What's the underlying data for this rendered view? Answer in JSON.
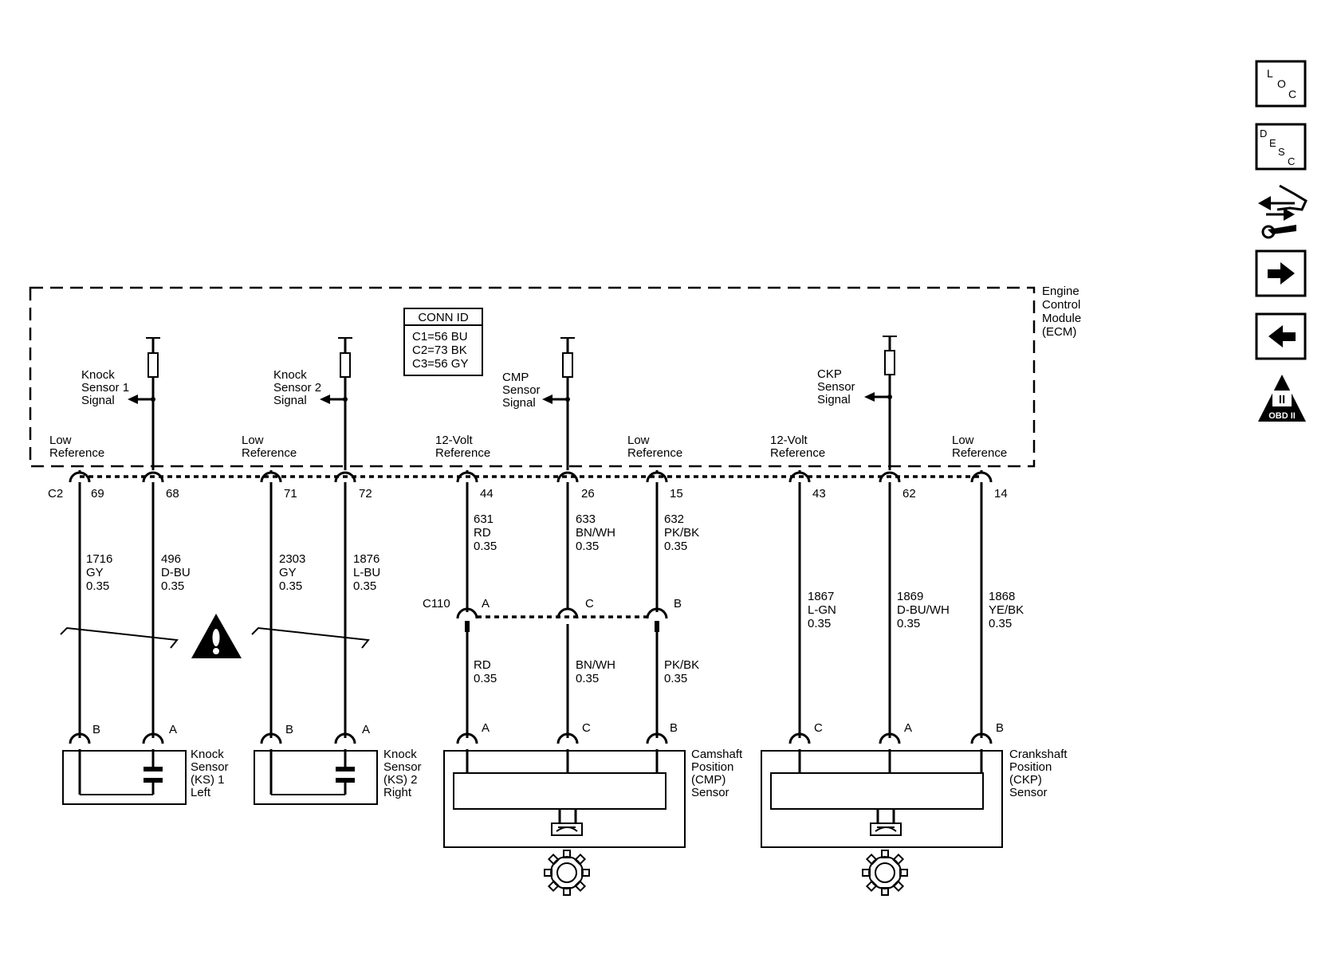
{
  "module": {
    "label_lines": [
      "Engine",
      "Control",
      "Module",
      "(ECM)"
    ]
  },
  "conn_id": {
    "title": "CONN ID",
    "rows": [
      "C1=56 BU",
      "C2=73 BK",
      "C3=56 GY"
    ]
  },
  "ecm_signals": {
    "ks1": [
      "Knock",
      "Sensor 1",
      "Signal"
    ],
    "ks2": [
      "Knock",
      "Sensor 2",
      "Signal"
    ],
    "cmp": [
      "CMP",
      "Sensor",
      "Signal"
    ],
    "ckp": [
      "CKP",
      "Sensor",
      "Signal"
    ]
  },
  "ecm_refs": {
    "ks1_low": [
      "Low",
      "Reference"
    ],
    "ks2_low": [
      "Low",
      "Reference"
    ],
    "cmp_12v": [
      "12-Volt",
      "Reference"
    ],
    "cmp_low": [
      "Low",
      "Reference"
    ],
    "ckp_12v": [
      "12-Volt",
      "Reference"
    ],
    "ckp_low": [
      "Low",
      "Reference"
    ]
  },
  "ecm_connector": "C2",
  "ecm_pins": [
    "69",
    "68",
    "71",
    "72",
    "44",
    "26",
    "15",
    "43",
    "62",
    "14"
  ],
  "wires": {
    "w69": [
      "1716",
      "GY",
      "0.35"
    ],
    "w68": [
      "496",
      "D-BU",
      "0.35"
    ],
    "w71": [
      "2303",
      "GY",
      "0.35"
    ],
    "w72": [
      "1876",
      "L-BU",
      "0.35"
    ],
    "w44": [
      "631",
      "RD",
      "0.35"
    ],
    "w26": [
      "633",
      "BN/WH",
      "0.35"
    ],
    "w15": [
      "632",
      "PK/BK",
      "0.35"
    ],
    "w43": [
      "1867",
      "L-GN",
      "0.35"
    ],
    "w62": [
      "1869",
      "D-BU/WH",
      "0.35"
    ],
    "w14": [
      "1868",
      "YE/BK",
      "0.35"
    ],
    "w44b": [
      "RD",
      "0.35"
    ],
    "w26b": [
      "BN/WH",
      "0.35"
    ],
    "w15b": [
      "PK/BK",
      "0.35"
    ]
  },
  "inline_connector": {
    "id": "C110",
    "pins": [
      "A",
      "C",
      "B"
    ]
  },
  "sensor_pins": {
    "ks1": [
      "B",
      "A"
    ],
    "ks2": [
      "B",
      "A"
    ],
    "cmp": [
      "A",
      "C",
      "B"
    ],
    "ckp": [
      "C",
      "A",
      "B"
    ]
  },
  "sensors": {
    "ks1": [
      "Knock",
      "Sensor",
      "(KS) 1",
      "Left"
    ],
    "ks2": [
      "Knock",
      "Sensor",
      "(KS) 2",
      "Right"
    ],
    "cmp": [
      "Camshaft",
      "Position",
      "(CMP)",
      "Sensor"
    ],
    "ckp": [
      "Crankshaft",
      "Position",
      "(CKP)",
      "Sensor"
    ]
  },
  "sidebar": {
    "loc": [
      "L",
      "O",
      "C"
    ],
    "desc": [
      "D",
      "E",
      "S",
      "C"
    ],
    "obd": {
      "numeral": "II",
      "label": "OBD II"
    }
  },
  "icons": [
    "loc-icon",
    "desc-icon",
    "connector-tools-icon",
    "arrow-right-icon",
    "arrow-left-icon",
    "obd-ii-icon",
    "caution-icon",
    "gear-icon"
  ]
}
